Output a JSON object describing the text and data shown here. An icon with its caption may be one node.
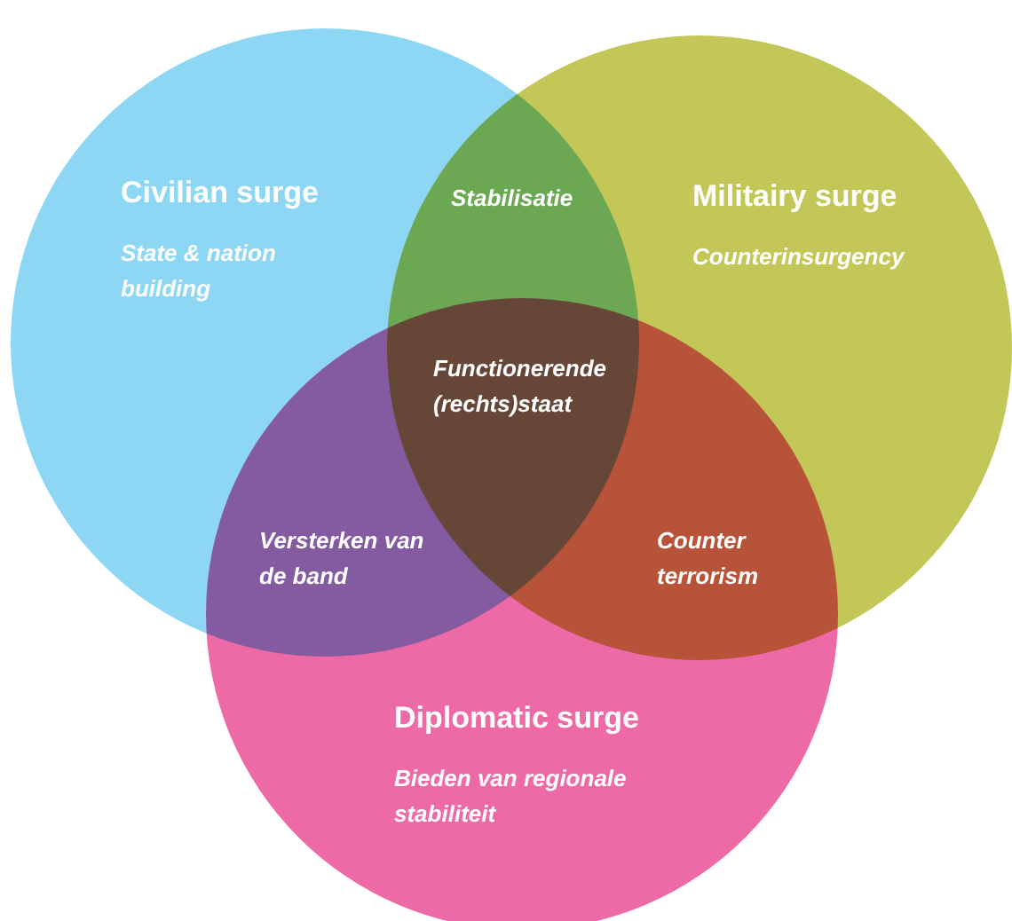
{
  "diagram": {
    "nodes": [
      {
        "text": [
          "Civilian surge",
          "State & nation building"
        ]
      },
      {
        "text": [
          "Militairy surge",
          "Counterinsurgency"
        ]
      },
      {
        "text": [
          "Diplomatic surge",
          "Bieden van regionale stabiliteit"
        ]
      }
    ],
    "labels": [
      "Stabilisatie",
      "Functionerende (rechts)staat",
      "Versterken van de band",
      "Counter terrorism"
    ]
  }
}
